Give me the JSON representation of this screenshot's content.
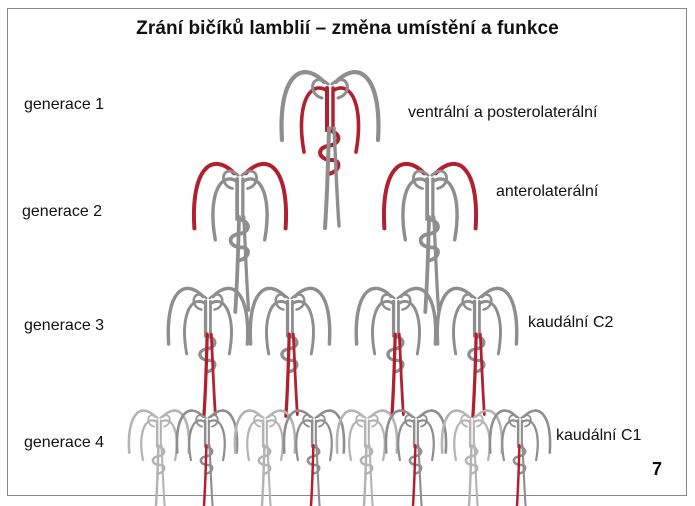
{
  "title": "Zrání bičíků lamblií – změna umístění a funkce",
  "generations": [
    "generace 1",
    "generace 2",
    "generace 3",
    "generace 4"
  ],
  "labels": [
    "ventrální a posterolaterální",
    "anterolaterální",
    "kaudální C2",
    "kaudální C1"
  ],
  "page_number": "7",
  "colors": {
    "highlight": "#b0202e",
    "neutral": "#8e8e8e",
    "faint": "#b4b4b4"
  },
  "organisms": [
    {
      "gen": 1,
      "highlight": "ventral"
    },
    {
      "gen": 2,
      "highlight": "anterior"
    },
    {
      "gen": 2,
      "highlight": "anterior"
    },
    {
      "gen": 3,
      "highlight": "caudal"
    },
    {
      "gen": 3,
      "highlight": "caudal"
    },
    {
      "gen": 3,
      "highlight": "caudal"
    },
    {
      "gen": 3,
      "highlight": "caudal"
    },
    {
      "gen": 4,
      "highlight": "none"
    },
    {
      "gen": 4,
      "highlight": "caudal1"
    },
    {
      "gen": 4,
      "highlight": "none"
    },
    {
      "gen": 4,
      "highlight": "caudal1"
    },
    {
      "gen": 4,
      "highlight": "none"
    },
    {
      "gen": 4,
      "highlight": "caudal1"
    },
    {
      "gen": 4,
      "highlight": "none"
    },
    {
      "gen": 4,
      "highlight": "caudal1"
    }
  ]
}
